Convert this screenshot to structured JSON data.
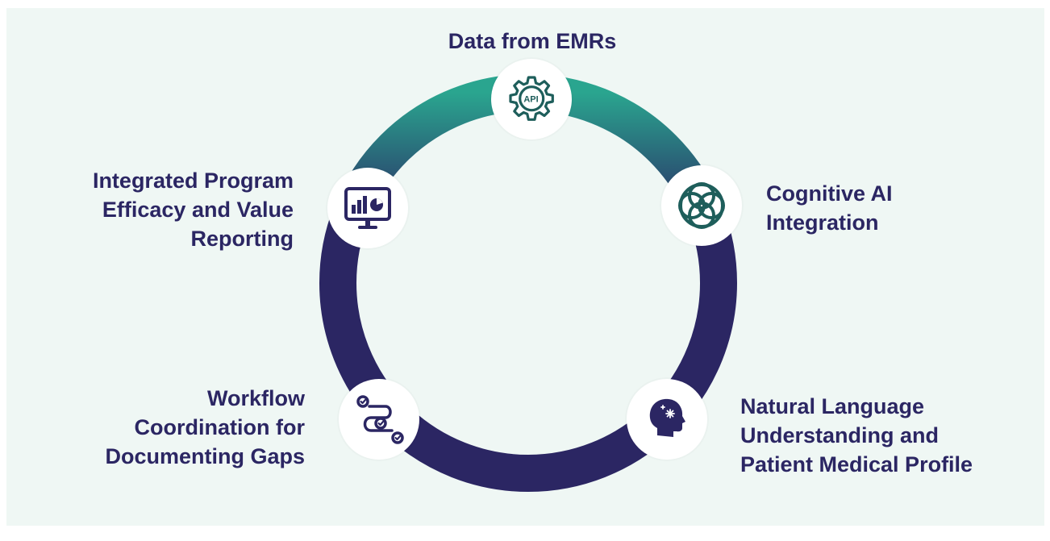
{
  "colors": {
    "background": "#eff7f4",
    "ring_top": "#2aa58f",
    "ring_bottom": "#2b2663",
    "text": "#2b2663",
    "icon_top": "#1e5e5b",
    "icon_bottom": "#2b2663"
  },
  "stages": [
    {
      "icon": "api-gear-icon",
      "label_lines": [
        "Data from EMRs"
      ],
      "icon_text": "API"
    },
    {
      "icon": "cognitive-ai-rings-icon",
      "label_lines": [
        "Cognitive AI",
        "Integration"
      ]
    },
    {
      "icon": "head-brain-icon",
      "label_lines": [
        "Natural Language",
        "Understanding and",
        "Patient Medical Profile"
      ]
    },
    {
      "icon": "workflow-path-icon",
      "label_lines": [
        "Workflow",
        "Coordination for",
        "Documenting Gaps"
      ]
    },
    {
      "icon": "analytics-monitor-icon",
      "label_lines": [
        "Integrated Program",
        "Efficacy and Value",
        "Reporting"
      ]
    }
  ]
}
